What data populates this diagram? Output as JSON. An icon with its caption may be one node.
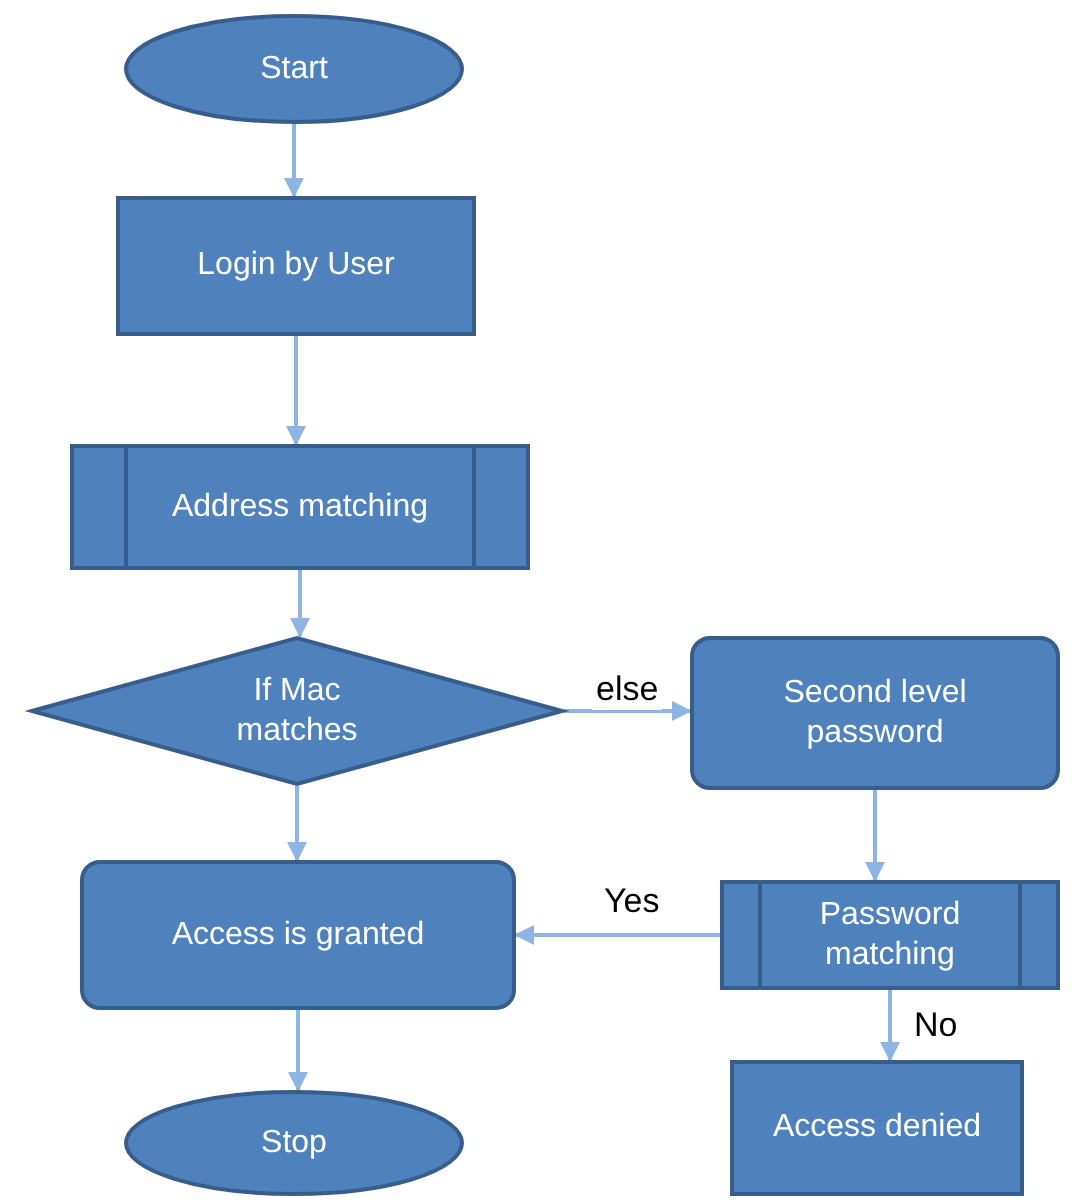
{
  "diagram": {
    "nodes": [
      {
        "text": [
          "Start"
        ]
      },
      {
        "text": [
          "Login by User"
        ]
      },
      {
        "text": [
          "Address matching"
        ]
      },
      {
        "text": [
          "If Mac matches"
        ]
      },
      {
        "text": [
          "Second level password"
        ]
      },
      {
        "text": [
          "Password matching"
        ]
      },
      {
        "text": [
          "Access is granted"
        ]
      },
      {
        "text": [
          "Stop"
        ]
      },
      {
        "text": [
          "Access denied"
        ]
      }
    ],
    "edges": [
      {
        "from": 0,
        "to": 1,
        "arrow": "to"
      },
      {
        "from": 1,
        "to": 2,
        "arrow": "to"
      },
      {
        "from": 2,
        "to": 3,
        "arrow": "to"
      },
      {
        "from": 3,
        "to": 4,
        "arrow": "to",
        "label": "else"
      },
      {
        "from": 4,
        "to": 5,
        "arrow": "to"
      },
      {
        "from": 5,
        "to": 6,
        "arrow": "to",
        "label": "Yes"
      },
      {
        "from": 3,
        "to": 6,
        "arrow": "to"
      },
      {
        "from": 6,
        "to": 7,
        "arrow": "to"
      },
      {
        "from": 5,
        "to": 8,
        "arrow": "to",
        "label": "No"
      }
    ]
  }
}
